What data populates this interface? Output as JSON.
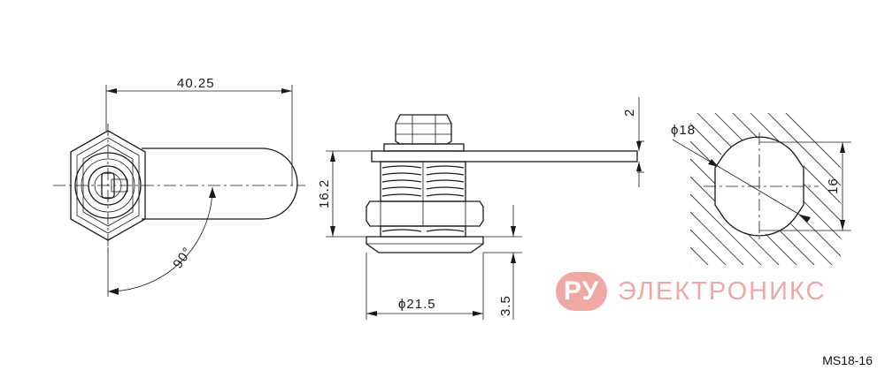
{
  "dimensions": {
    "width_total": "40.25",
    "rotation_angle": "90°",
    "body_height": "16.2",
    "flange_diameter": "ϕ21.5",
    "flange_thickness": "3.5",
    "lever_thickness": "2",
    "cutout_diameter": "ϕ18",
    "cutout_flat": "16"
  },
  "watermark": {
    "badge": "РУ",
    "text": "ЭЛЕКТРОНИКС"
  },
  "part_code": "MS18-16"
}
